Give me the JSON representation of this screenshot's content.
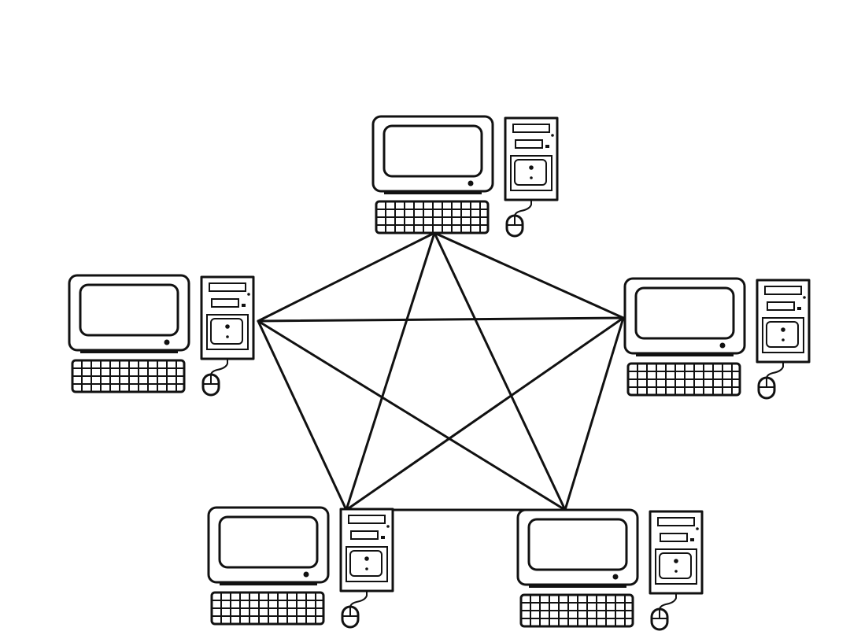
{
  "diagram": {
    "type": "full-mesh-network",
    "nodes": [
      {
        "id": "top",
        "icon": "desktop-computer-icon"
      },
      {
        "id": "left",
        "icon": "desktop-computer-icon"
      },
      {
        "id": "right",
        "icon": "desktop-computer-icon"
      },
      {
        "id": "bottom-left",
        "icon": "desktop-computer-icon"
      },
      {
        "id": "bottom-right",
        "icon": "desktop-computer-icon"
      }
    ],
    "edges": [
      [
        "top",
        "left"
      ],
      [
        "top",
        "right"
      ],
      [
        "top",
        "bottom-left"
      ],
      [
        "top",
        "bottom-right"
      ],
      [
        "left",
        "right"
      ],
      [
        "left",
        "bottom-left"
      ],
      [
        "left",
        "bottom-right"
      ],
      [
        "right",
        "bottom-left"
      ],
      [
        "right",
        "bottom-right"
      ],
      [
        "bottom-left",
        "bottom-right"
      ]
    ],
    "line_color": "#111111",
    "background": "#ffffff"
  }
}
